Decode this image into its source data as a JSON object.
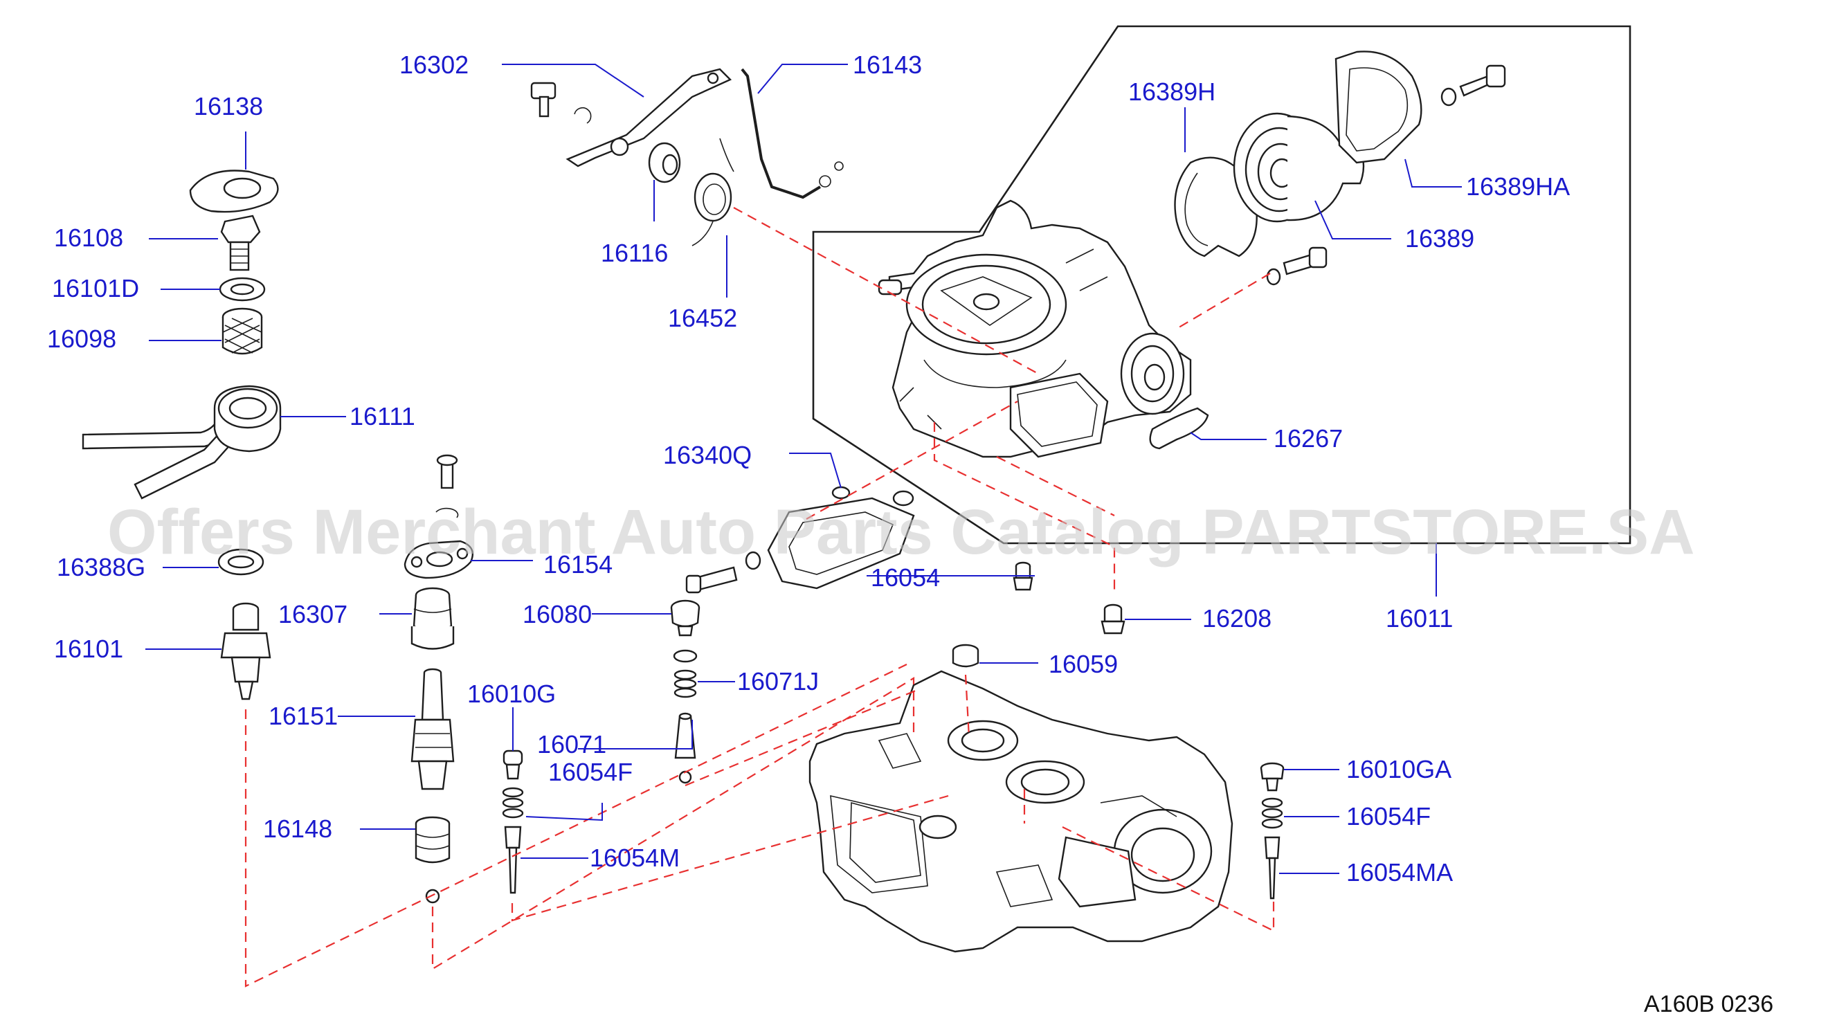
{
  "diagram": {
    "watermark": "Offers Merchant Auto Parts Catalog PARTSTORE.SA",
    "figure_code": "A160B  0236",
    "labels": {
      "p16302": "16302",
      "p16143": "16143",
      "p16138": "16138",
      "p16108": "16108",
      "p16101D": "16101D",
      "p16098": "16098",
      "p16111": "16111",
      "p16116": "16116",
      "p16452": "16452",
      "p16389H": "16389H",
      "p16389HA": "16389HA",
      "p16389": "16389",
      "p16267": "16267",
      "p16340Q": "16340Q",
      "p16388G": "16388G",
      "p16154": "16154",
      "p16054": "16054",
      "p16208": "16208",
      "p16011": "16011",
      "p16307": "16307",
      "p16080": "16080",
      "p16101": "16101",
      "p16059": "16059",
      "p16071J": "16071J",
      "p16010G": "16010G",
      "p16151": "16151",
      "p16071": "16071",
      "p16054F": "16054F",
      "p16010GA": "16010GA",
      "p16054F_b": "16054F",
      "p16148": "16148",
      "p16054M": "16054M",
      "p16054MA": "16054MA"
    }
  }
}
